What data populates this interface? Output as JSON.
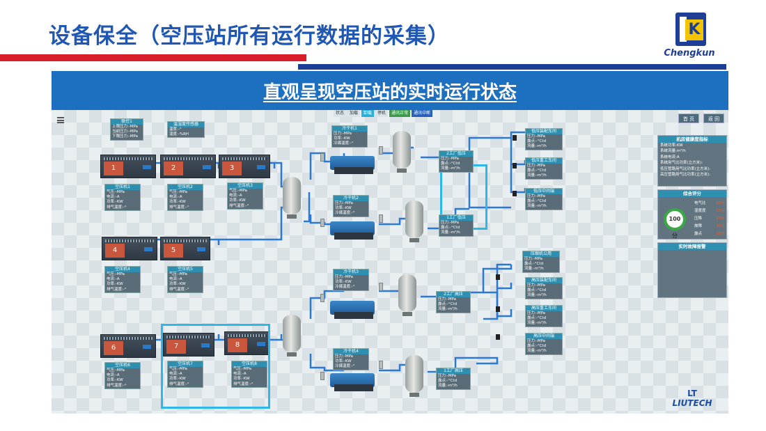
{
  "slide_title": "设备保全（空压站所有运行数据的采集）",
  "logo": {
    "text": "Chengkun",
    "mark": "K"
  },
  "banner_title": "直观呈现空压站的实时运行状态",
  "topnav": [
    "状态",
    "加载",
    "卸载",
    "停机",
    "通讯正常",
    "通讯中断"
  ],
  "nav_buttons": {
    "home": "首 页",
    "back": "返 回"
  },
  "linkage": {
    "title": "联控1",
    "rows": [
      "上限压力:-MPa",
      "当前压力:-MPa",
      "下限压力:-MPa"
    ]
  },
  "env_sensor": {
    "title": "温湿度传感器",
    "rows": [
      "温度:-°",
      "湿度:-%RH"
    ]
  },
  "compressors": [
    {
      "num": "1",
      "title": "空压机1",
      "rows": [
        "气压:-MPa",
        "电流:-A",
        "功率:-KW",
        "排气温度:-°"
      ]
    },
    {
      "num": "2",
      "title": "空压机2",
      "rows": [
        "气压:-MPa",
        "电流:-A",
        "功率:-KW",
        "排气温度:-°"
      ]
    },
    {
      "num": "3",
      "title": "空压机3",
      "rows": [
        "气压:-MPa",
        "电流:-A",
        "功率:-KW",
        "排气温度:-°"
      ]
    },
    {
      "num": "4",
      "title": "空压机4",
      "rows": [
        "气压:-MPa",
        "电流:-A",
        "功率:-KW",
        "排气温度:-°"
      ]
    },
    {
      "num": "5",
      "title": "空压机5",
      "rows": [
        "气压:-MPa",
        "电流:-A",
        "功率:-KW",
        "排气温度:-°"
      ]
    },
    {
      "num": "6",
      "title": "空压机6",
      "rows": [
        "气压:-MPa",
        "电流:-A",
        "功率:-KW",
        "排气温度:-°"
      ]
    },
    {
      "num": "7",
      "title": "空压机7",
      "rows": [
        "气压:-MPa",
        "电流:-A",
        "功率:-KW",
        "排气温度:-°"
      ]
    },
    {
      "num": "8",
      "title": "空压机8",
      "rows": [
        "气压:-MPa",
        "电流:-A",
        "功率:-KW",
        "排气温度:-°"
      ]
    }
  ],
  "dryers": [
    {
      "title": "冷干机1",
      "rows": [
        "压力:-MPa",
        "功率:-KW",
        "冷媒温度:-°"
      ]
    },
    {
      "title": "冷干机2",
      "rows": [
        "压力:-MPa",
        "功率:-KW",
        "冷媒温度:-°"
      ]
    },
    {
      "title": "冷干机3",
      "rows": [
        "压力:-MPa",
        "功率:-KW",
        "冷媒温度:-°"
      ]
    },
    {
      "title": "冷干机4",
      "rows": [
        "压力:-MPa",
        "功率:-KW",
        "冷媒温度:-°"
      ]
    }
  ],
  "plant_pressure": [
    {
      "title": "2工厂低压",
      "rows": [
        "压力:-MPa",
        "露点:-°Ctd",
        "流量:-m³/h"
      ]
    },
    {
      "title": "1工厂低压",
      "rows": [
        "压力:-MPa",
        "露点:-°Ctd",
        "流量:-m³/h"
      ]
    },
    {
      "title": "2工厂高压",
      "rows": [
        "压力:-MPa",
        "露点:-°Ctd",
        "流量:-m³/h"
      ]
    },
    {
      "title": "1工厂高压",
      "rows": [
        "压力:-MPa",
        "露点:-°Ctd",
        "流量:-m³/h"
      ]
    }
  ],
  "workshops": [
    {
      "title": "低压装配车间",
      "rows": [
        "压力:-MPa",
        "露点:-°Ctd",
        "流量:-m³/h"
      ]
    },
    {
      "title": "低压重工车间",
      "rows": [
        "压力:-MPa",
        "露点:-°Ctd",
        "流量:-m³/h"
      ]
    },
    {
      "title": "低压中间端",
      "rows": [
        "压力:-MPa",
        "露点:-°Ctd",
        "流量:-m³/h"
      ]
    },
    {
      "title": "压缩机公用",
      "rows": [
        "压力:-MPa",
        "露点:-°Ctd",
        "流量:-m³/h"
      ]
    },
    {
      "title": "高压装配车间",
      "rows": [
        "压力:-MPa",
        "露点:-°Ctd",
        "流量:-m³/h"
      ]
    },
    {
      "title": "高压重工车间",
      "rows": [
        "压力:-MPa",
        "露点:-°Ctd",
        "流量:-m³/h"
      ]
    },
    {
      "title": "高压中间端",
      "rows": [
        "压力:-MPa",
        "露点:-°Ctd",
        "流量:-m³/h"
      ]
    }
  ],
  "health_panel": {
    "title": "机房健康度指标",
    "rows": [
      "系统功率:KW",
      "系统流量:m³/h",
      "系统电流:A",
      "系统用气比功率(立方米):",
      "低压管路用气比功率(立方米):",
      "高压管路用气比功率(立方米):"
    ]
  },
  "score_panel": {
    "title": "综合评分",
    "score": "100分",
    "items": [
      {
        "label": "电气比",
        "value": "25分"
      },
      {
        "label": "湿度度",
        "value": "15分"
      },
      {
        "label": "压降",
        "value": "20分"
      },
      {
        "label": "故障",
        "value": "25分"
      },
      {
        "label": "露点",
        "value": "15分"
      }
    ]
  },
  "alarm_panel": {
    "title": "实时故障报警",
    "rows": [
      "",
      ""
    ]
  },
  "brand": {
    "icon": "LT",
    "text": "LIUTECH"
  },
  "colors": {
    "title_blue": "#1f57b3",
    "banner_blue": "#1d6fbf",
    "accent_red": "#d81e2a",
    "pipe_blue": "#2a78d8",
    "highlight": "#2eb7ea"
  }
}
